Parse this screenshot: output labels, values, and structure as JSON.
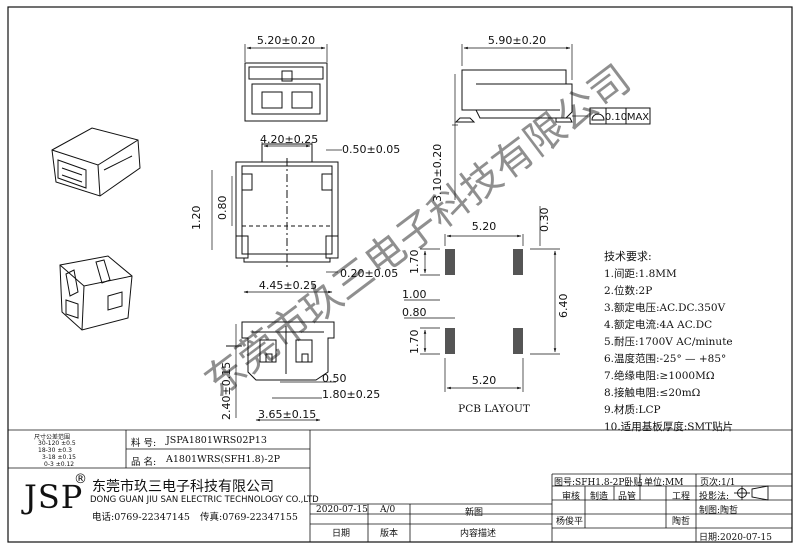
{
  "drawing": {
    "dims": {
      "top_width": "5.20±0.20",
      "side_width": "5.90±0.20",
      "flatness_value": "0.10",
      "flatness_unit": "MAX",
      "height": "3.10±0.20",
      "body_width": "4.20±0.25",
      "pin_width": "0.50±0.05",
      "height_120": "1.20",
      "height_080": "0.80",
      "pin_gap": "0.20±0.05",
      "inner_width": "4.45±0.25",
      "bottom_half": "0.50",
      "bottom_pitch": "1.80±0.25",
      "bottom_width": "3.65±0.15",
      "bottom_height": "2.40±0.15",
      "pcb_top": "5.20",
      "pcb_top_gap": "0.30",
      "pcb_pad_h1": "1.70",
      "pcb_pitch": "1.00",
      "pcb_pad_w": "0.80",
      "pcb_pad_h2": "1.70",
      "pcb_height": "6.40",
      "pcb_bottom": "5.20"
    },
    "pcb_label": "PCB LAYOUT",
    "watermark": "东莞市玖三电子科技有限公司"
  },
  "requirements": {
    "title": "技术要求:",
    "items": [
      "1.间距:1.8MM",
      "2.位数:2P",
      "3.额定电压:AC.DC.350V",
      "4.额定电流:4A AC.DC",
      "5.耐压:1700V AC/minute",
      "6.温度范围:-25° — +85°",
      "7.绝缘电阻:≥1000MΩ",
      "8.接触电阻:≤20mΩ",
      "9.材质:LCP",
      "10.适用基板厚度:SMT贴片"
    ]
  },
  "title_block": {
    "tolerance_title": "尺寸公差范围",
    "tolerances": [
      "30-120 ±0.5",
      "18-30 ±0.3",
      "3-18 ±0.15",
      "0-3 ±0.12"
    ],
    "part_no_label": "料 号:",
    "part_no": "JSPA1801WRS02P13",
    "product_label": "品 名:",
    "product_name": "A1801WRS(SFH1.8)-2P",
    "drawing_no": "图号:SFH1.8-2P卧贴",
    "unit": "单位:MM",
    "page": "页次:1/1",
    "logo": "JSP",
    "logo_mark": "®",
    "company_cn": "东莞市玖三电子科技有限公司",
    "company_en": "DONG GUAN JIU SAN ELECTRIC TECHNOLOGY CO.,LTD",
    "phone": "电话:0769-22347145",
    "fax": "传真:0769-22347155",
    "rev_date": "2020-07-15",
    "rev_version": "A/0",
    "rev_desc": "新图",
    "col_date": "日期",
    "col_version": "版本",
    "col_desc": "内容描述",
    "review": "审核",
    "make": "制造",
    "quality": "品管",
    "engineering": "工程",
    "projection": "投影法:",
    "reviewer": "杨俊平",
    "engineer": "陶哲",
    "drafter": "制图:陶哲",
    "draft_date": "日期:2020-07-15"
  }
}
